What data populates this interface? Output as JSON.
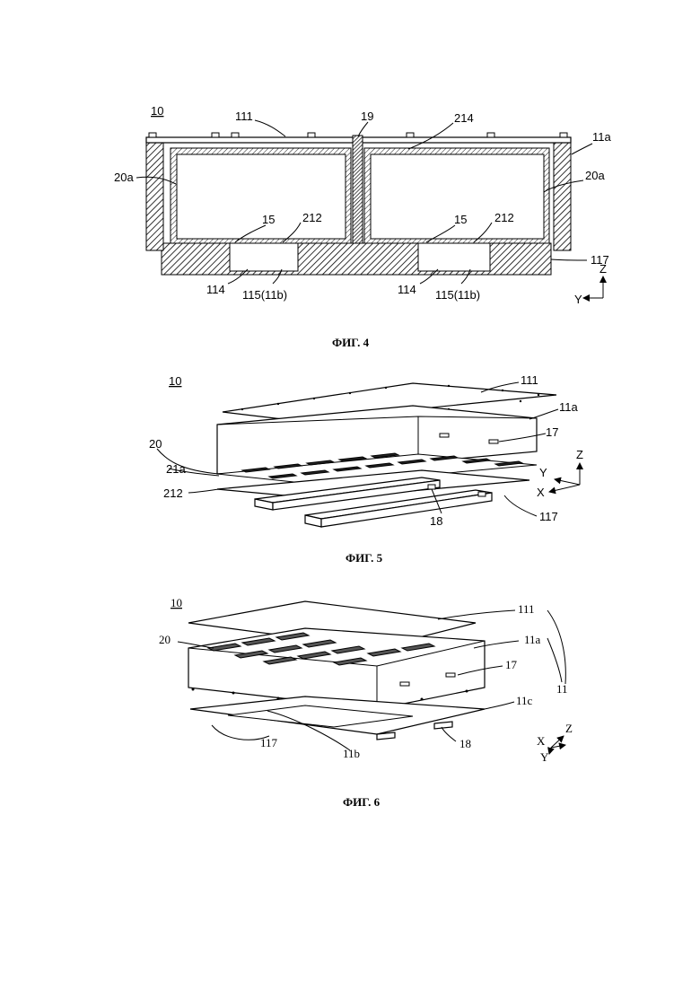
{
  "fig4": {
    "ref": "10",
    "labels": {
      "l111": "111",
      "l19": "19",
      "l214": "214",
      "l11a": "11a",
      "l20a_left": "20a",
      "l20a_right": "20a",
      "l15_left": "15",
      "l212_left": "212",
      "l15_right": "15",
      "l212_right": "212",
      "l117": "117",
      "l114_left": "114",
      "l115_left": "115(11b)",
      "l114_right": "114",
      "l115_right": "115(11b)"
    },
    "axes": {
      "z": "Z",
      "y": "Y"
    },
    "caption": "ФИГ. 4"
  },
  "fig5": {
    "ref": "10",
    "labels": {
      "l111": "111",
      "l11a": "11a",
      "l17": "17",
      "l20": "20",
      "l21a": "21a",
      "l212": "212",
      "l18": "18",
      "l117": "117"
    },
    "axes": {
      "z": "Z",
      "y": "Y",
      "x": "X"
    },
    "caption": "ФИГ. 5"
  },
  "fig6": {
    "ref": "10",
    "labels": {
      "l111": "111",
      "l20": "20",
      "l11a": "11a",
      "l17": "17",
      "l11": "11",
      "l11c": "11c",
      "l117": "117",
      "l11b": "11b",
      "l18": "18"
    },
    "axes": {
      "z": "Z",
      "x": "X",
      "y": "Y"
    },
    "caption": "ФИГ. 6"
  }
}
